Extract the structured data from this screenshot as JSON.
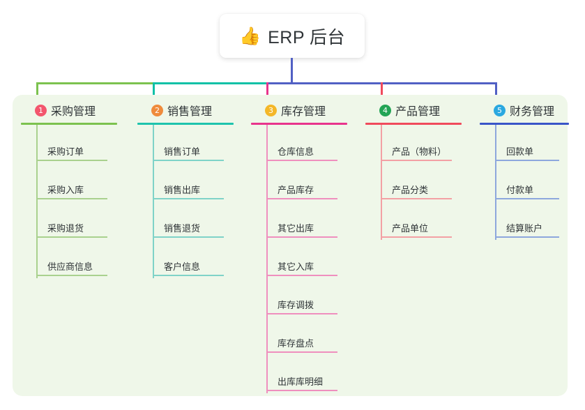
{
  "root": {
    "icon": "thumbs-up-emoji",
    "emoji": "👍",
    "title": "ERP 后台"
  },
  "palette": {
    "panel_bg": "#eff7e9",
    "page_bg": "#ffffff",
    "root_text": "#2f3437",
    "root_stem": "#5160c4"
  },
  "branches": [
    {
      "number": "1",
      "title": "采购管理",
      "badge_color": "#f3566d",
      "bar_color": "#7cc24f",
      "line_color": "#a9d18e",
      "connector_color": "#7cc24f",
      "items": [
        "采购订单",
        "采购入库",
        "采购退货",
        "供应商信息"
      ]
    },
    {
      "number": "2",
      "title": "销售管理",
      "badge_color": "#ef8b3c",
      "bar_color": "#1ec4ad",
      "line_color": "#7fd3c8",
      "connector_color": "#0fc1a7",
      "items": [
        "销售订单",
        "销售出库",
        "销售退货",
        "客户信息"
      ]
    },
    {
      "number": "3",
      "title": "库存管理",
      "badge_color": "#f4b728",
      "bar_color": "#e8348c",
      "line_color": "#ef8fbe",
      "connector_color": "#e8348c",
      "items": [
        "仓库信息",
        "产品库存",
        "其它出库",
        "其它入库",
        "库存调拨",
        "库存盘点",
        "出库库明细"
      ]
    },
    {
      "number": "4",
      "title": "产品管理",
      "badge_color": "#23a455",
      "bar_color": "#f04a5c",
      "line_color": "#f3a0a4",
      "connector_color": "#f04a5c",
      "items": [
        "产品（物料）",
        "产品分类",
        "产品单位"
      ]
    },
    {
      "number": "5",
      "title": "财务管理",
      "badge_color": "#2aa8e0",
      "bar_color": "#3a55c8",
      "line_color": "#8da7dd",
      "connector_color": "#5160c4",
      "items": [
        "回款单",
        "付款单",
        "结算账户"
      ]
    }
  ]
}
